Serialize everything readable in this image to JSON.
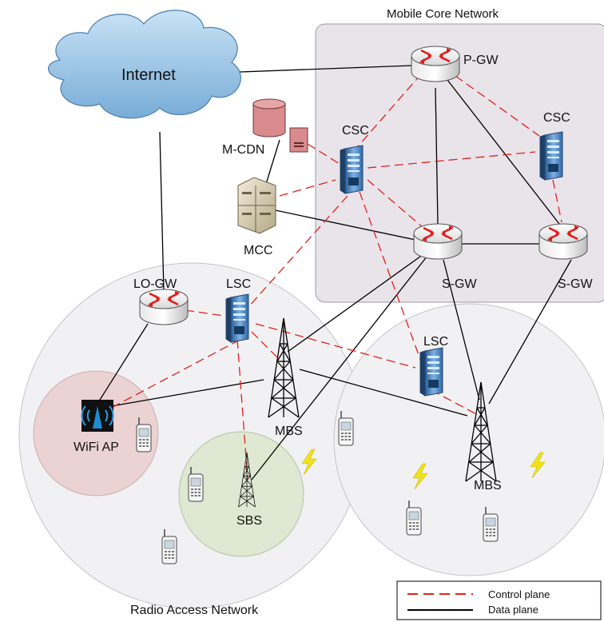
{
  "regions": {
    "core_network": "Mobile Core Network",
    "radio_access_network": "Radio Access Network"
  },
  "nodes": {
    "internet": "Internet",
    "pgw": "P-GW",
    "csc_1": "CSC",
    "csc_2": "CSC",
    "mcdn": "M-CDN",
    "mcc": "MCC",
    "sgw_1": "S-GW",
    "sgw_2": "S-GW",
    "lo_gw": "LO-GW",
    "lsc_1": "LSC",
    "lsc_2": "LSC",
    "wifi_ap": "WiFi AP",
    "mbs_1": "MBS",
    "mbs_2": "MBS",
    "sbs": "SBS"
  },
  "legend": {
    "control_plane": "Control plane",
    "data_plane": "Data plane"
  },
  "colors": {
    "control_plane": "#e0201b",
    "data_plane": "#000000",
    "core_bg": "#e8e4ea",
    "ran_bg": "#f1f1f3",
    "wifi_cell": "#ecd3d3",
    "small_cell": "#dfe8d2",
    "router_arrows": "#e31b1b",
    "cloud": "#9cc7e8"
  }
}
